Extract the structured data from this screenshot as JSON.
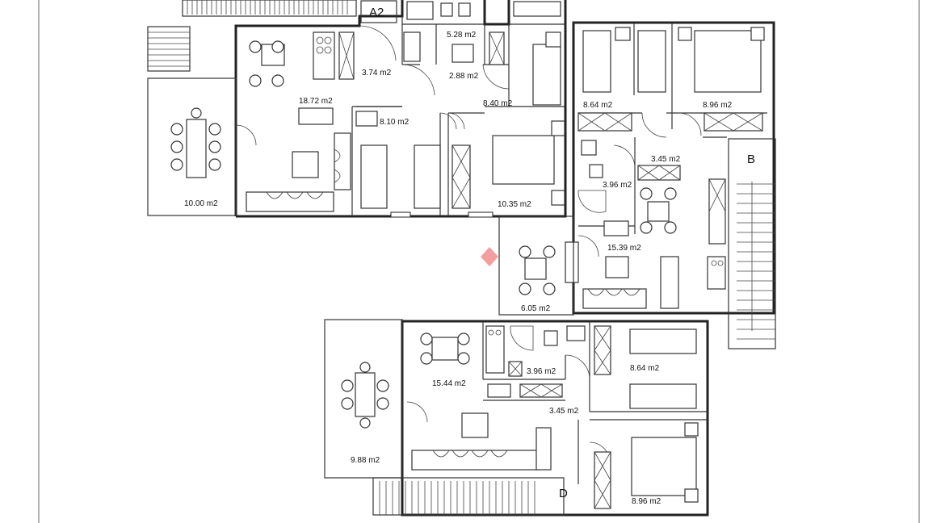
{
  "plan": {
    "labels": {
      "unit_a2": "A2",
      "unit_b": "B",
      "unit_d": "D"
    },
    "areas": {
      "a_bath": "5.28 m2",
      "a_entry": "3.74 m2",
      "a_hall": "2.88 m2",
      "a_bed_small": "8.40 m2",
      "a_living": "18.72 m2",
      "a_bed_twin": "8.10 m2",
      "a_master": "10.35 m2",
      "a_terrace": "10.00 m2",
      "b_bed_single": "8.64 m2",
      "b_bed_double": "8.96 m2",
      "b_hall": "3.45 m2",
      "b_bath": "3.96 m2",
      "b_living": "15.39 m2",
      "b_terrace": "6.05 m2",
      "d_living": "15.44 m2",
      "d_bath": "3.96 m2",
      "d_bed_single": "8.64 m2",
      "d_hall": "3.45 m2",
      "d_terrace": "9.88 m2",
      "d_bed_double": "8.96 m2"
    },
    "watermark_color": "#f07f7f"
  }
}
